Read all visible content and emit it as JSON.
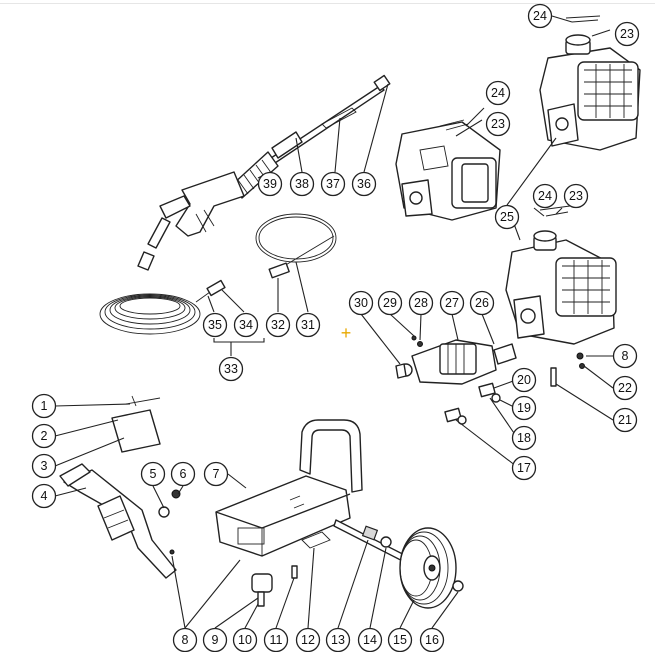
{
  "diagram": {
    "callouts": [
      {
        "label": "1"
      },
      {
        "label": "2"
      },
      {
        "label": "3"
      },
      {
        "label": "4"
      },
      {
        "label": "5"
      },
      {
        "label": "6"
      },
      {
        "label": "7"
      },
      {
        "label": "8"
      },
      {
        "label": "9"
      },
      {
        "label": "10"
      },
      {
        "label": "11"
      },
      {
        "label": "12"
      },
      {
        "label": "13"
      },
      {
        "label": "14"
      },
      {
        "label": "15"
      },
      {
        "label": "16"
      },
      {
        "label": "17"
      },
      {
        "label": "18"
      },
      {
        "label": "19"
      },
      {
        "label": "20"
      },
      {
        "label": "21"
      },
      {
        "label": "22"
      },
      {
        "label": "8"
      },
      {
        "label": "26"
      },
      {
        "label": "27"
      },
      {
        "label": "28"
      },
      {
        "label": "29"
      },
      {
        "label": "30"
      },
      {
        "label": "31"
      },
      {
        "label": "32"
      },
      {
        "label": "33"
      },
      {
        "label": "34"
      },
      {
        "label": "35"
      },
      {
        "label": "36"
      },
      {
        "label": "37"
      },
      {
        "label": "38"
      },
      {
        "label": "39"
      },
      {
        "label": "24"
      },
      {
        "label": "23"
      },
      {
        "label": "25"
      },
      {
        "label": "24"
      },
      {
        "label": "23"
      },
      {
        "label": "24"
      },
      {
        "label": "23"
      }
    ],
    "marker_color": "#e8a800"
  }
}
